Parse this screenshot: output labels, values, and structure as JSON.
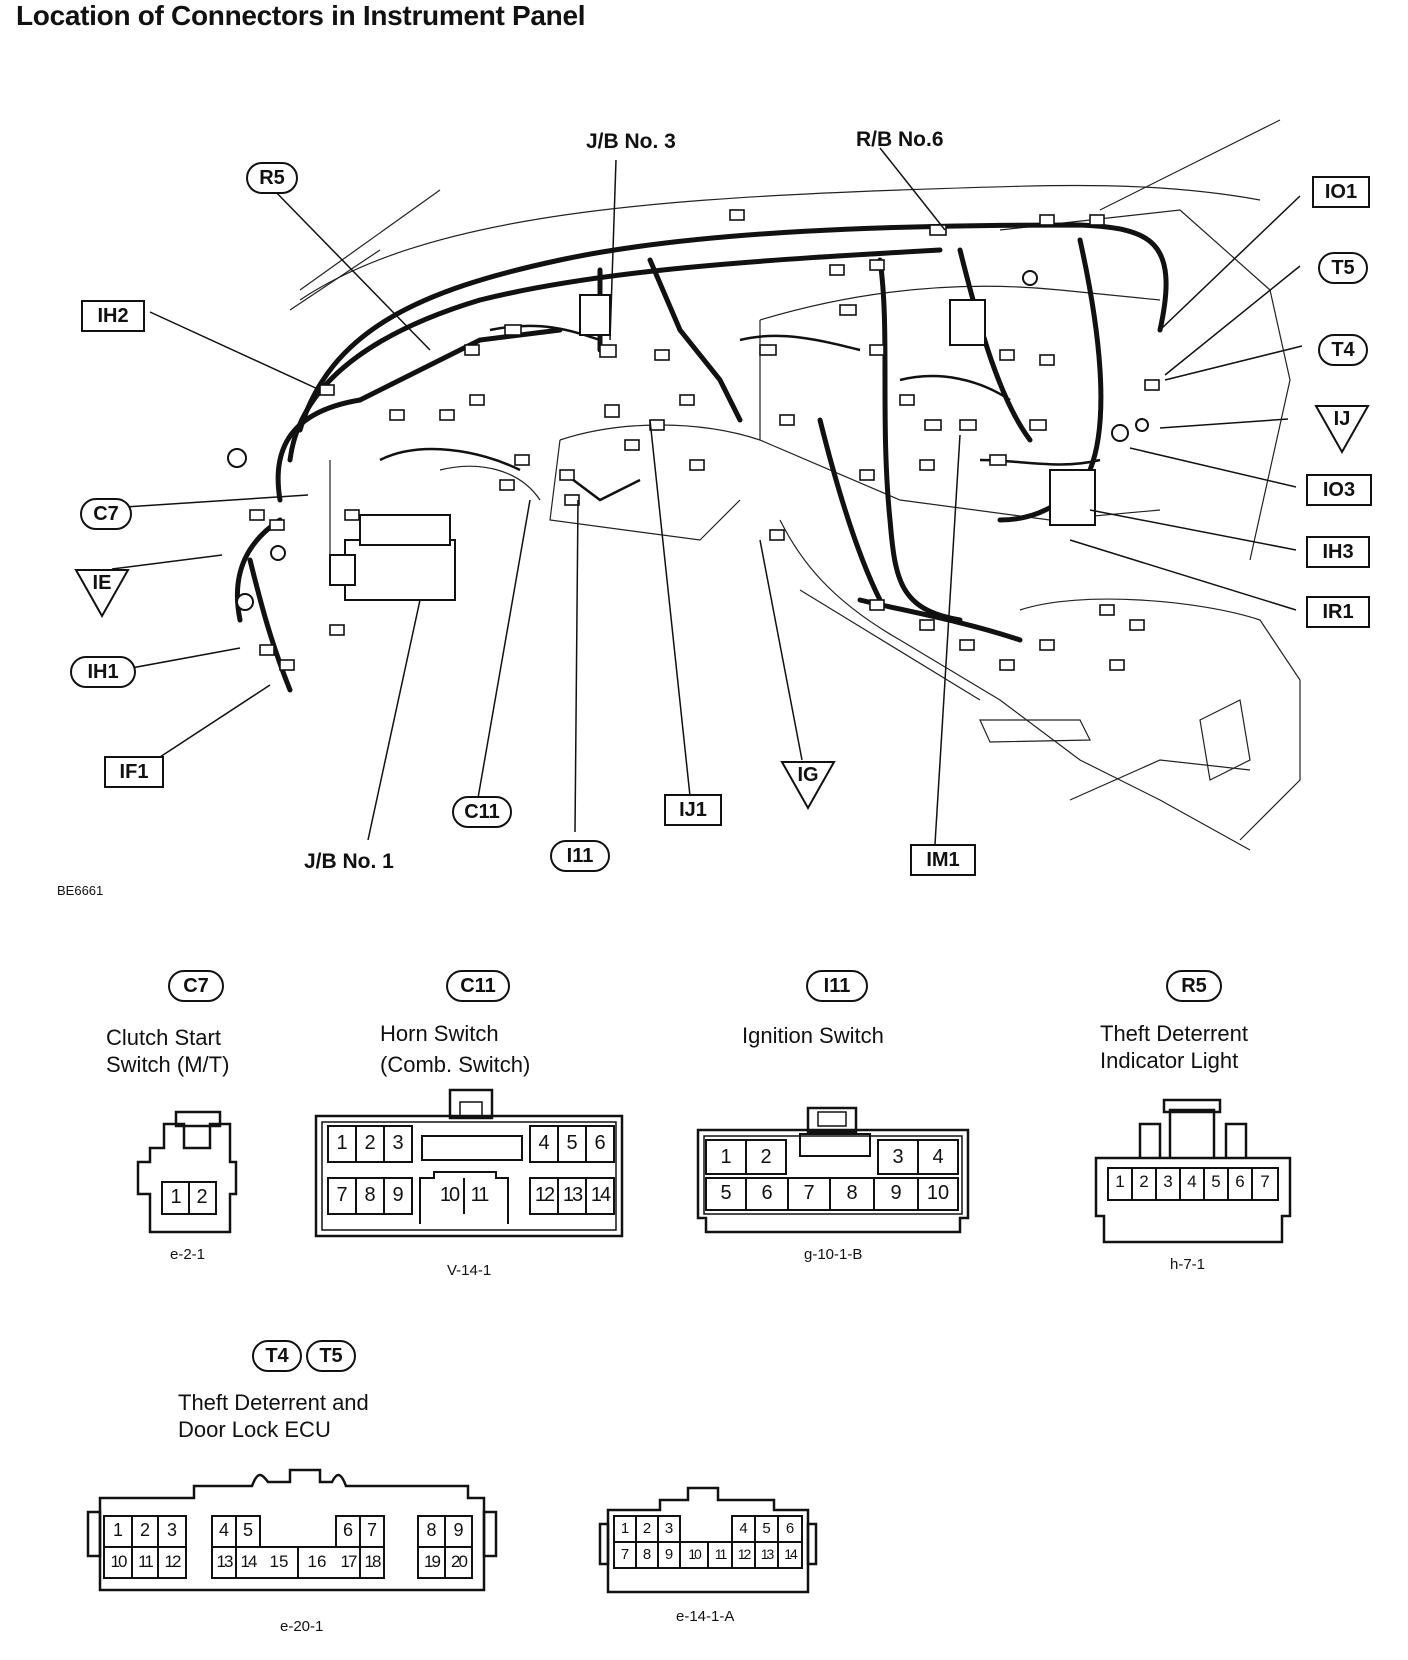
{
  "title": "Location of Connectors in Instrument Panel",
  "figure_code": "BE6661",
  "callouts": {
    "r5": "R5",
    "jb3": "J/B No. 3",
    "rb6": "R/B No.6",
    "io1": "IO1",
    "t5": "T5",
    "ih2": "IH2",
    "t4": "T4",
    "ij": "IJ",
    "io3": "IO3",
    "c7": "C7",
    "ih3": "IH3",
    "ie": "IE",
    "ir1": "IR1",
    "ih1": "IH1",
    "if1": "IF1",
    "ig": "IG",
    "c11": "C11",
    "ij1": "IJ1",
    "jb1": "J/B No. 1",
    "i11": "I11",
    "im1": "IM1"
  },
  "connectors": {
    "c7": {
      "tag": "C7",
      "line1": "Clutch Start",
      "line2": "Switch (M/T)",
      "code": "e-2-1",
      "pins": [
        "1",
        "2"
      ]
    },
    "c11": {
      "tag": "C11",
      "line1": "Horn Switch",
      "line2": "(Comb. Switch)",
      "code": "V-14-1",
      "pins": [
        "1",
        "2",
        "3",
        "4",
        "5",
        "6",
        "7",
        "8",
        "9",
        "10",
        "11",
        "12",
        "13",
        "14"
      ]
    },
    "i11": {
      "tag": "I11",
      "line1": "Ignition Switch",
      "code": "g-10-1-B",
      "pins": [
        "1",
        "2",
        "3",
        "4",
        "5",
        "6",
        "7",
        "8",
        "9",
        "10"
      ]
    },
    "r5": {
      "tag": "R5",
      "line1": "Theft Deterrent",
      "line2": "Indicator Light",
      "code": "h-7-1",
      "pins": [
        "1",
        "2",
        "3",
        "4",
        "5",
        "6",
        "7"
      ]
    },
    "t4t5": {
      "tag1": "T4",
      "tag2": "T5",
      "line1": "Theft Deterrent and",
      "line2": "Door Lock ECU",
      "code1": "e-20-1",
      "code2": "e-14-1-A",
      "pins20": [
        "1",
        "2",
        "3",
        "4",
        "5",
        "6",
        "7",
        "8",
        "9",
        "10",
        "11",
        "12",
        "13",
        "14",
        "15",
        "16",
        "17",
        "18",
        "19",
        "20"
      ],
      "pins14": [
        "1",
        "2",
        "3",
        "4",
        "5",
        "6",
        "7",
        "8",
        "9",
        "10",
        "11",
        "12",
        "13",
        "14"
      ]
    }
  }
}
